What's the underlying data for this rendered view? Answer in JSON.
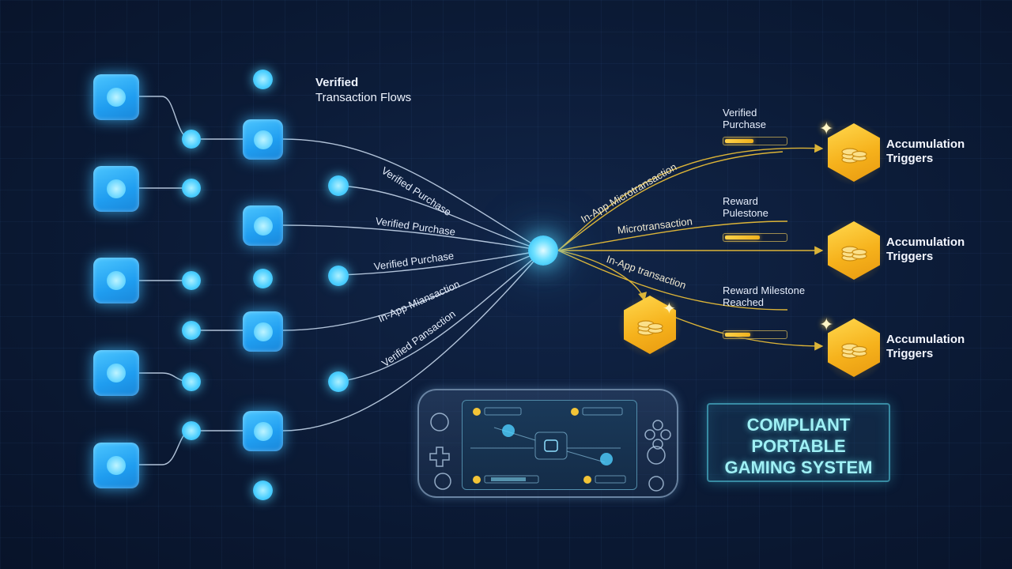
{
  "header": {
    "title_line1": "Verified",
    "title_line2": "Transaction Flows"
  },
  "left_labels": [
    "Verified Purchase",
    "Verified Purchase",
    "Verified Purchase",
    "In-App Miansaction",
    "Verified Pansaction"
  ],
  "right_labels": [
    "In-App  Microtransaction",
    "Microtransaction",
    "In-App transaction"
  ],
  "reward_labels": {
    "r1_line1": "Verified",
    "r1_line2": "Purchase",
    "r2_line1": "Reward",
    "r2_line2": "Pulestone",
    "r3_line1": "Reward Milestone",
    "r3_line2": "Reached"
  },
  "progress": [
    0.5,
    0.6,
    0.45
  ],
  "accumulation": [
    {
      "line1": "Accumulation",
      "line2": "Triggers"
    },
    {
      "line1": "Accumulation",
      "line2": "Triggers"
    },
    {
      "line1": "Accumulation",
      "line2": "Triggers"
    }
  ],
  "system_title": "COMPLIANT\nPORTABLE\nGAMING SYSTEM",
  "icons": {
    "coin": "coin-stack-icon",
    "spark": "sparkle-icon",
    "controller": "handheld-console-icon"
  },
  "colors": {
    "background": "#0b1a35",
    "node_blue": "#2aa8f5",
    "flow_white": "#dfe8f5",
    "flow_gold": "#f2c437",
    "system_cyan": "#9ff0f5"
  }
}
